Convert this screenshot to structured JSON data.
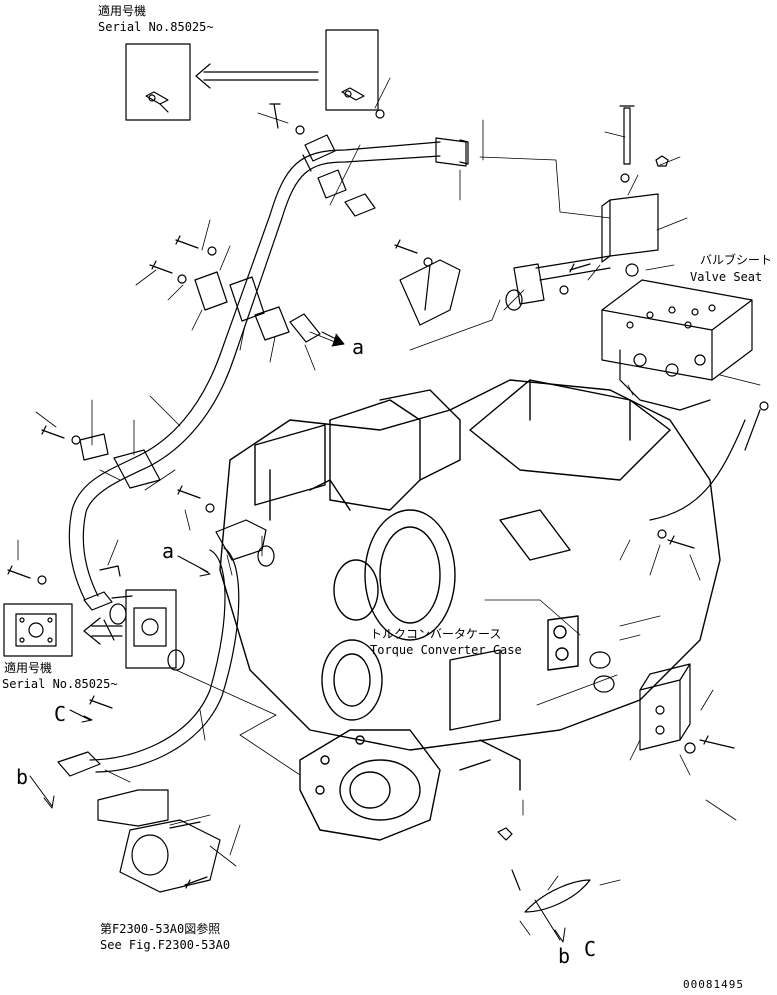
{
  "applicability_top": {
    "label_jp": "適用号機",
    "serial": "Serial No.85025~"
  },
  "applicability_left": {
    "label_jp": "適用号機",
    "serial": "Serial No.85025~"
  },
  "valve_seat": {
    "label_jp": "バルブシート",
    "label_en": "Valve Seat"
  },
  "torque_converter_case": {
    "label_jp": "トルクコンバータケース",
    "label_en": "Torque Converter Case"
  },
  "see_fig": {
    "label_jp": "第F2300-53A0図参照",
    "label_en": "See Fig.F2300-53A0"
  },
  "markers": {
    "a_right": "a",
    "a_left": "a",
    "b_left": "b",
    "b_bottom": "b",
    "c_left": "C",
    "c_bottom": "C"
  },
  "drawing_number": "00081495"
}
